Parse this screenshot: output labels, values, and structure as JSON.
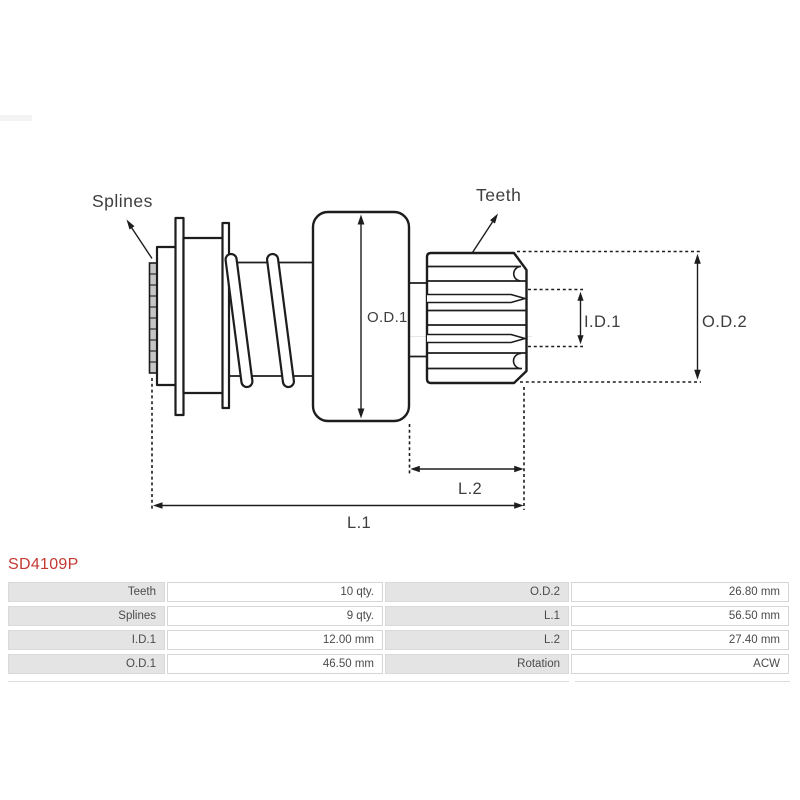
{
  "product": {
    "code": "SD4109P"
  },
  "colors": {
    "accent_red": "#c43a33",
    "drawing_line": "#1d1d1d",
    "diagram_label_text": "#3e3e3e",
    "table_label_bg": "#e4e4e4",
    "table_border": "#d6d6d6",
    "table_text": "#4a4a4a"
  },
  "diagram": {
    "labels": {
      "splines": "Splines",
      "teeth": "Teeth",
      "od1": "O.D.1",
      "id1": "I.D.1",
      "od2": "O.D.2",
      "l2": "L.2",
      "l1": "L.1"
    }
  },
  "spec_table": {
    "rows": [
      {
        "left_label": "Teeth",
        "left_value": "10 qty.",
        "right_label": "O.D.2",
        "right_value": "26.80 mm"
      },
      {
        "left_label": "Splines",
        "left_value": "9 qty.",
        "right_label": "L.1",
        "right_value": "56.50 mm"
      },
      {
        "left_label": "I.D.1",
        "left_value": "12.00 mm",
        "right_label": "L.2",
        "right_value": "27.40 mm"
      },
      {
        "left_label": "O.D.1",
        "left_value": "46.50 mm",
        "right_label": "Rotation",
        "right_value": "ACW"
      }
    ]
  }
}
